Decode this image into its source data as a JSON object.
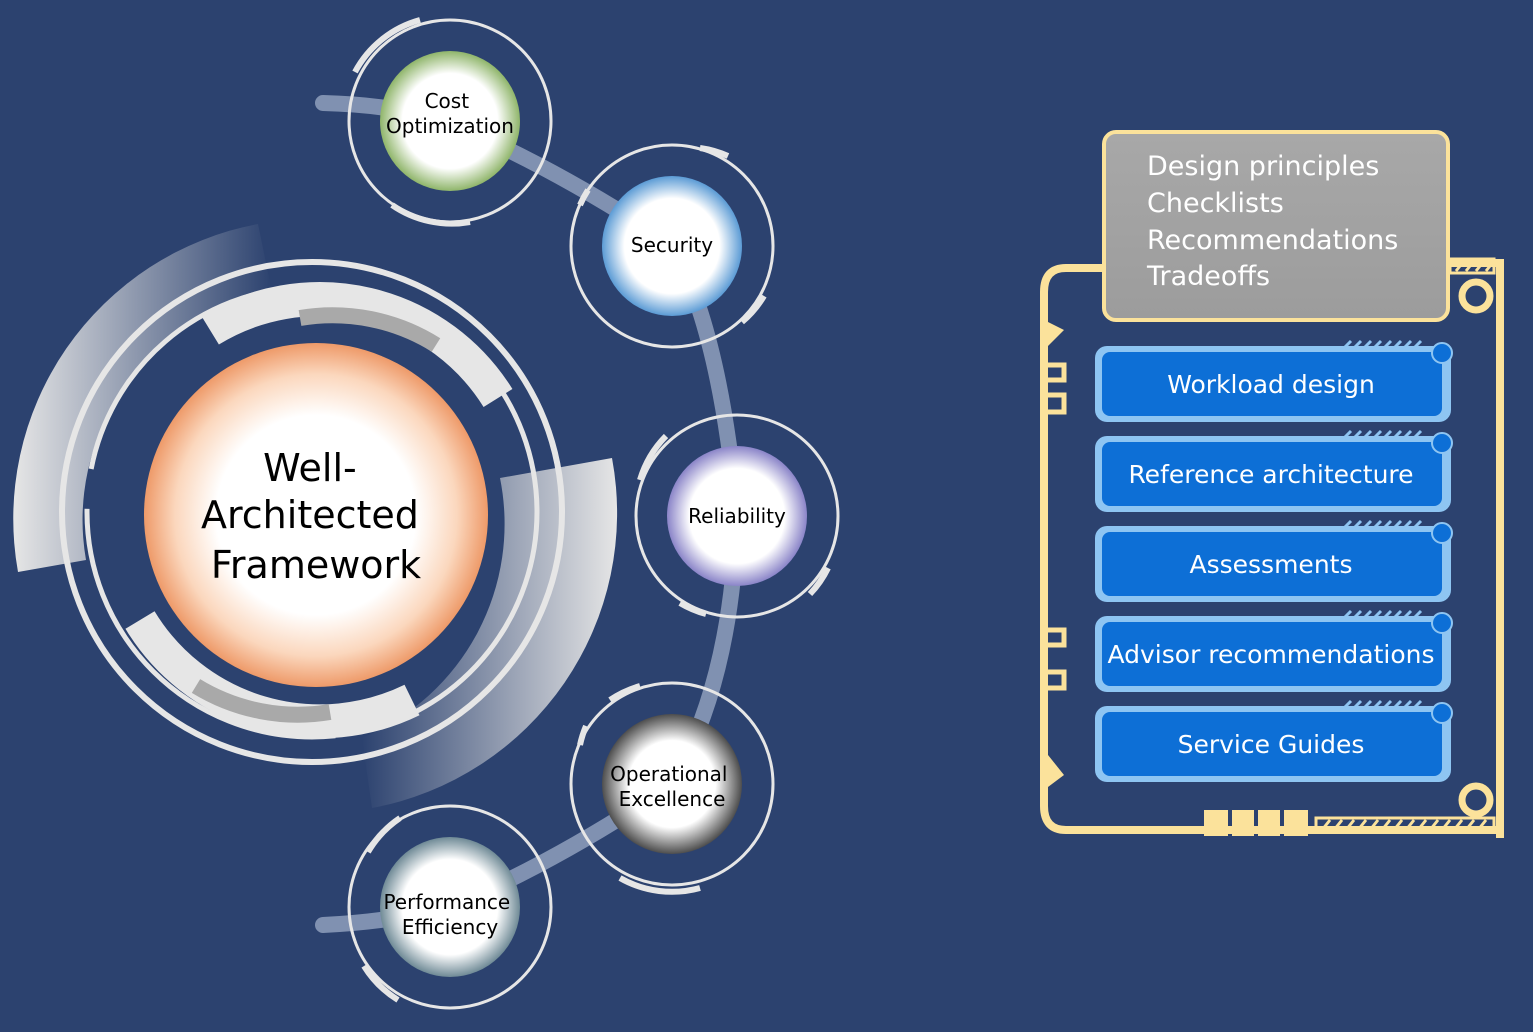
{
  "center": {
    "lines": [
      "Well-",
      "Architected",
      "Framework"
    ]
  },
  "pillars": [
    {
      "lines": [
        "Cost",
        "Optimization"
      ],
      "rim": "#8fb56a"
    },
    {
      "lines": [
        "Security"
      ],
      "rim": "#5b9bd5"
    },
    {
      "lines": [
        "Reliability"
      ],
      "rim": "#8a84c8"
    },
    {
      "lines": [
        "Operational",
        "Excellence"
      ],
      "rim": "#5a5a5a"
    },
    {
      "lines": [
        "Performance",
        "Efficiency"
      ],
      "rim": "#6f8a96"
    }
  ],
  "header_box": {
    "items": [
      "Design principles",
      "Checklists",
      "Recommendations",
      "Tradeoffs"
    ]
  },
  "resources": [
    {
      "label": "Workload design"
    },
    {
      "label": "Reference architecture"
    },
    {
      "label": "Assessments"
    },
    {
      "label": "Advisor recommendations"
    },
    {
      "label": "Service Guides"
    }
  ],
  "colors": {
    "background": "#2c426f",
    "frame": "#fbe29b",
    "button": "#0d6fd6",
    "button_accent": "#8ec5f2",
    "center_rim": "#f0a070",
    "header_fill": "#a6a6a6"
  }
}
